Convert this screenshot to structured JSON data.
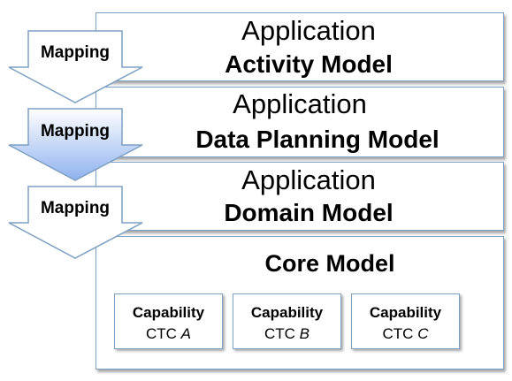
{
  "layers": [
    {
      "line1": "Application",
      "line2": "Activity Model"
    },
    {
      "line1": "Application",
      "line2": "Data Planning Model"
    },
    {
      "line1": "Application",
      "line2": "Domain Model"
    }
  ],
  "core": {
    "title": "Core Model",
    "capabilities": [
      {
        "name": "Capability",
        "prefix": "CTC ",
        "letter": "A"
      },
      {
        "name": "Capability",
        "prefix": "CTC ",
        "letter": "B"
      },
      {
        "name": "Capability",
        "prefix": "CTC ",
        "letter": "C"
      }
    ]
  },
  "arrows": [
    {
      "label": "Mapping",
      "highlighted": false
    },
    {
      "label": "Mapping",
      "highlighted": true
    },
    {
      "label": "Mapping",
      "highlighted": false
    }
  ],
  "colors": {
    "border": "#7da0c4",
    "arrow_fill": "#ffffff",
    "arrow_highlight_top": "#ffffff",
    "arrow_highlight_bottom": "#8fb2ee"
  }
}
